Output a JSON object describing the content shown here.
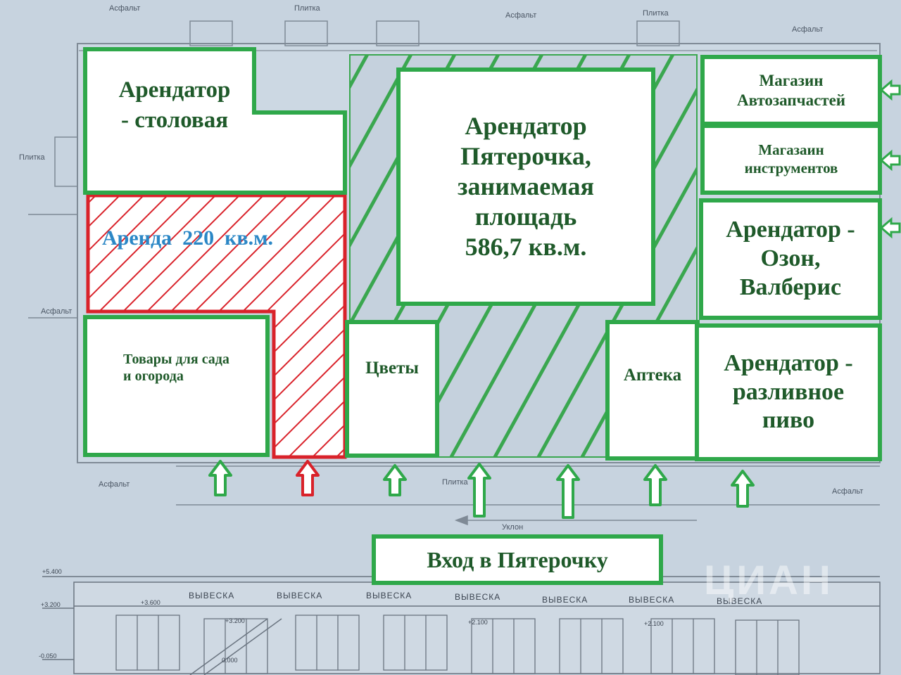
{
  "colors": {
    "background": "#c7d3df",
    "tenant_border": "#2fa84a",
    "tenant_text": "#1f5a2a",
    "rent_border": "#d9222a",
    "rent_text": "#2b87c6",
    "pyaterochka_hatch": "#3aa74f"
  },
  "plan_notes": {
    "top_asphalt_1": "Асфальт",
    "top_tile_1": "Плитка",
    "top_asphalt_2": "Асфальт",
    "top_tile_2": "Плитка",
    "top_asphalt_3": "Асфальт",
    "left_tile": "Плитка",
    "left_asphalt": "Асфальт",
    "bottom_asphalt_left": "Асфальт",
    "bottom_tile": "Плитка",
    "bottom_slope": "Уклон",
    "bottom_asphalt_right": "Асфальт"
  },
  "rooms": {
    "canteen": "Арендатор\n- столовая",
    "rent": "Аренда  220  кв.м.",
    "pyaterochka": "Арендатор\nПятерочка,\nзанимаемая\nплощадь\n586,7  кв.м.",
    "auto_parts": "Магазин\nАвтозапчастей",
    "tools": "Магазаин\nинструментов",
    "ozon": "Арендатор -\nОзон,\nВалберис",
    "garden": "Товары для сада\nи огорода",
    "flowers": "Цветы",
    "pharmacy": "Аптека",
    "beer": "Арендатор -\nразливное\nпиво"
  },
  "entrance_label": "Вход в Пятерочку",
  "facade": {
    "signs": [
      "ВЫВЕСКА",
      "ВЫВЕСКА",
      "ВЫВЕСКА",
      "ВЫВЕСКА",
      "ВЫВЕСКА",
      "ВЫВЕСКА",
      "ВЫВЕСКА"
    ],
    "levels": {
      "top": "+5.400",
      "mid": "+3.200",
      "zero": "0.000",
      "bottom": "-0.050",
      "l1": "+3.600",
      "l2": "+3.200",
      "l3": "+2.100",
      "l4": "+2.100"
    }
  },
  "watermark": "ЦИАН"
}
